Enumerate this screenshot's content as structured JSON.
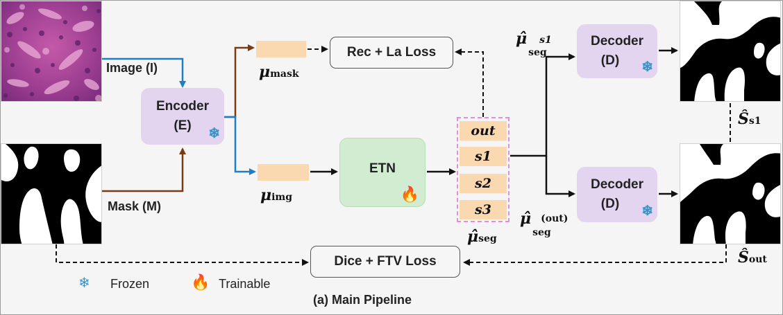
{
  "encoder": {
    "title": "Encoder",
    "symbol": "(E)"
  },
  "etn": {
    "title": "ETN"
  },
  "decoder_top": {
    "title": "Decoder",
    "symbol": "(D)"
  },
  "decoder_bottom": {
    "title": "Decoder",
    "symbol": "(D)"
  },
  "inputs": {
    "image": "Image (I)",
    "mask": "Mask (M)"
  },
  "losses": {
    "reconstruction": "Rec + La Loss",
    "segmentation": "Dice + FTV Loss"
  },
  "latents": {
    "mask": {
      "symbol": "μ",
      "sub": "mask"
    },
    "img": {
      "symbol": "μ",
      "sub": "img"
    },
    "seg": {
      "symbol": "μ̂",
      "sub": "seg"
    }
  },
  "slots": [
    "out",
    "s1",
    "s2",
    "s3"
  ],
  "decoder_inputs": {
    "s1": {
      "symbol": "μ̂",
      "sub": "seg",
      "sup": "s1"
    },
    "out": {
      "symbol": "μ̂",
      "sub": "seg",
      "sup": "(out)"
    }
  },
  "outputs": {
    "s1": {
      "symbol": "Ŝ",
      "sub": "s1"
    },
    "out": {
      "symbol": "Ŝ",
      "sub": "out"
    }
  },
  "legend": {
    "frozen": "Frozen",
    "trainable": "Trainable"
  },
  "caption": "(a) Main Pipeline",
  "colors": {
    "image_arrow": "#1f7fc4",
    "mask_arrow": "#7a3a14",
    "frozen_icon": "#3a8fc7",
    "trainable_icon": "#f07a14"
  },
  "icons": {
    "frozen": "snowflake-icon",
    "trainable": "flame-icon"
  }
}
